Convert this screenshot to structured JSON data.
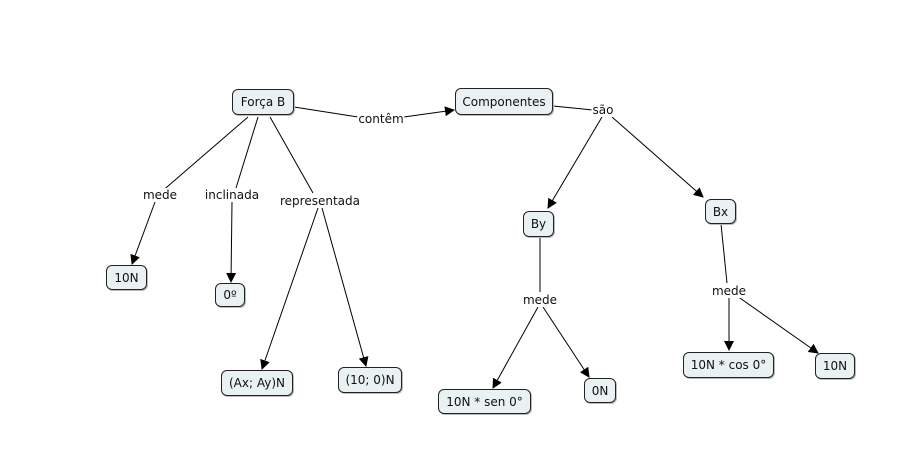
{
  "concepts": {
    "forca_b": "Força B",
    "componentes": "Componentes",
    "by": "By",
    "bx": "Bx",
    "magnitude": "10N",
    "angle": "0º",
    "vector_form": "(Ax; Ay)N",
    "vector_value": "(10; 0)N",
    "by_formula": "10N * sen 0°",
    "by_value": "0N",
    "bx_formula": "10N * cos 0°",
    "bx_value": "10N"
  },
  "links": {
    "mede": "mede",
    "inclinada": "inclinada",
    "representada": "representada",
    "contem": "contêm",
    "sao": "são",
    "by_mede": "mede",
    "bx_mede": "mede"
  }
}
